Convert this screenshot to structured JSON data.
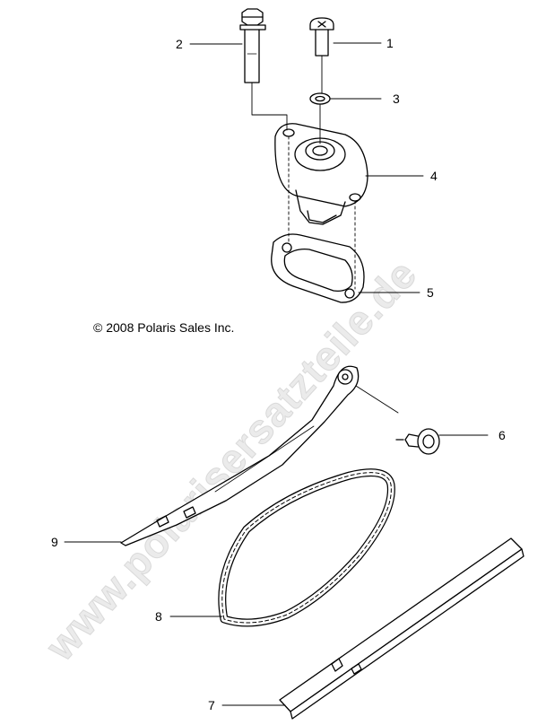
{
  "copyright": "© 2008 Polaris Sales Inc.",
  "watermark": "www.polarisersatzteile.de",
  "callouts": [
    "1",
    "2",
    "3",
    "4",
    "5",
    "6",
    "7",
    "8",
    "9"
  ],
  "colors": {
    "line": "#000000",
    "watermark": "#d2d2d2",
    "background": "#ffffff"
  }
}
